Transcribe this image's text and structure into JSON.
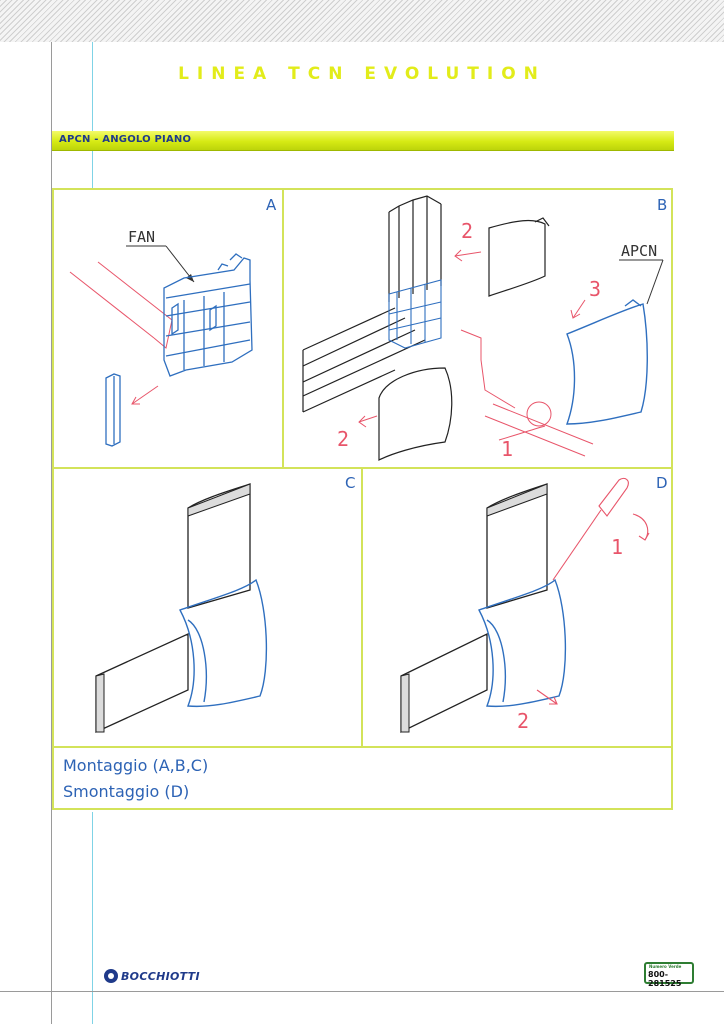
{
  "header": {
    "title": "LINEA TCN EVOLUTION"
  },
  "section": {
    "title": "APCN - ANGOLO PIANO"
  },
  "panels": {
    "a": {
      "letter": "A",
      "callout": "FAN"
    },
    "b": {
      "letter": "B",
      "callout": "APCN",
      "steps": [
        "2",
        "3",
        "2",
        "1"
      ]
    },
    "c": {
      "letter": "C"
    },
    "d": {
      "letter": "D",
      "steps": [
        "1",
        "2"
      ]
    }
  },
  "captions": {
    "assembly": "Montaggio (A,B,C)",
    "disassembly": "Smontaggio (D)"
  },
  "footer": {
    "brand": "BOCCHIOTTI",
    "phone_label": "Numero Verde",
    "phone_number": "800-281525"
  },
  "colors": {
    "accent_yellow": "#e2ec1a",
    "frame_green": "#d3e35a",
    "text_blue": "#2d63b5",
    "drawing_red": "#e8556a",
    "drawing_blue": "#2f6fbf"
  }
}
